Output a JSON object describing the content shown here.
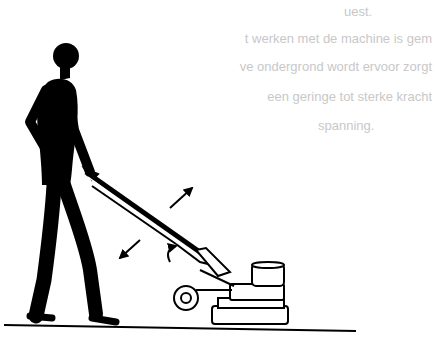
{
  "diagram": {
    "labels": [
      "uest.",
      "t werken met de machine is gem",
      "ve ondergrond wordt ervoor zorgt",
      "een geringe tot sterke kracht",
      "spanning."
    ]
  }
}
